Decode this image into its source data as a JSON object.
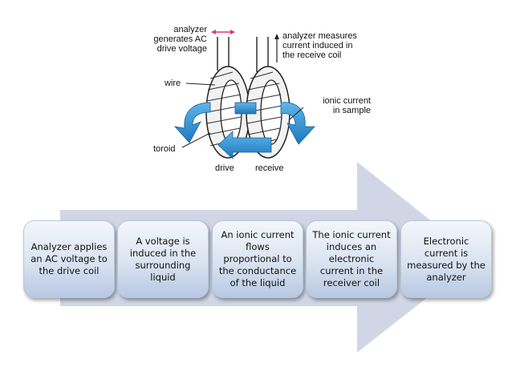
{
  "figure": {
    "labels": {
      "analyzer_generates": "analyzer\ngenerates AC\ndrive voltage",
      "analyzer_measures": "analyzer measures\ncurrent induced in\nthe receive coil",
      "wire": "wire",
      "ionic_current": "ionic current\nin sample",
      "toroid": "toroid",
      "drive": "drive",
      "receive": "receive"
    }
  },
  "process_arrow": {
    "color": "#d0d6e5"
  },
  "steps": [
    {
      "text": "Analyzer applies\nan AC voltage to\nthe drive coil"
    },
    {
      "text": "A voltage is\ninduced in the\nsurrounding\nliquid"
    },
    {
      "text": "An ionic current\nflows\nproportional to\nthe conductance\nof the liquid"
    },
    {
      "text": "The ionic current\ninduces an\nelectronic\ncurrent in the\nreceiver coil"
    },
    {
      "text": "Electronic\ncurrent is\nmeasured by the\nanalyzer"
    }
  ],
  "colors": {
    "flow_arrow": "#2f8fd0",
    "voltage_marker": "#e0357a"
  }
}
